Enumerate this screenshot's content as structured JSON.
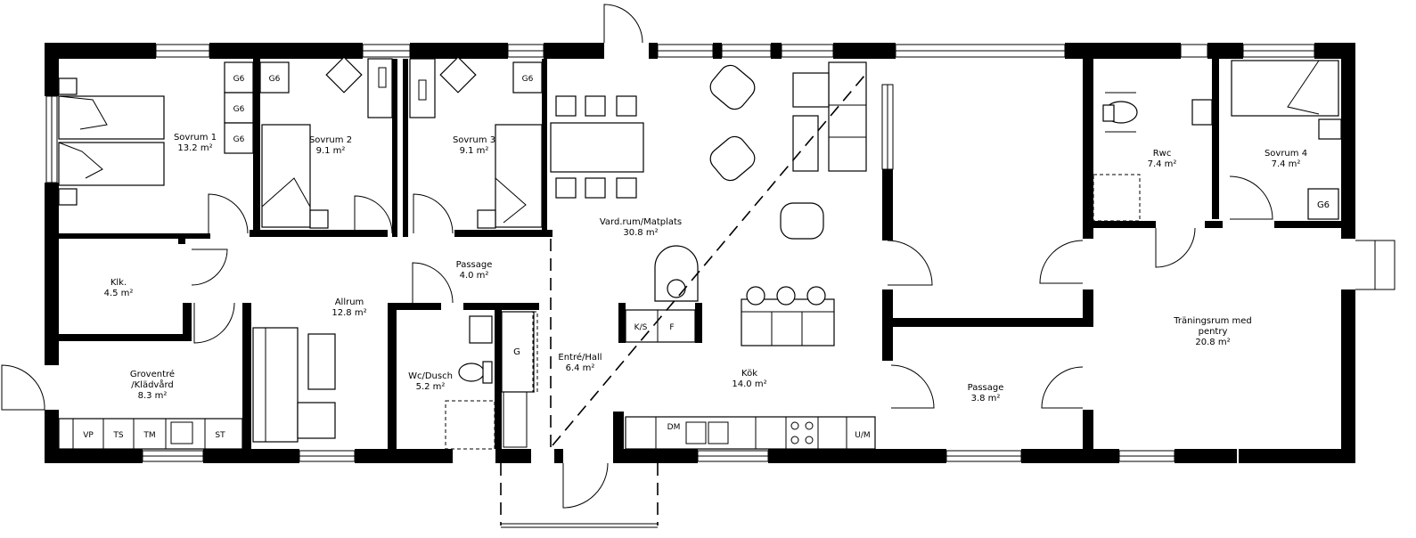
{
  "rooms": [
    {
      "id": "sovrum1",
      "name": "Sovrum 1",
      "area": "13.2 m²"
    },
    {
      "id": "sovrum2",
      "name": "Sovrum 2",
      "area": "9.1 m²"
    },
    {
      "id": "sovrum3",
      "name": "Sovrum 3",
      "area": "9.1 m²"
    },
    {
      "id": "vardrum",
      "name": "Vard.rum/Matplats",
      "area": "30.8 m²"
    },
    {
      "id": "rwc",
      "name": "Rwc",
      "area": "7.4 m²"
    },
    {
      "id": "sovrum4",
      "name": "Sovrum 4",
      "area": "7.4 m²"
    },
    {
      "id": "klk",
      "name": "Klk.",
      "area": "4.5 m²"
    },
    {
      "id": "passage1",
      "name": "Passage",
      "area": "4.0 m²"
    },
    {
      "id": "allrum",
      "name": "Allrum",
      "area": "12.8 m²"
    },
    {
      "id": "groventre",
      "name": "Groventré",
      "name2": "/Klädvård",
      "area": "8.3 m²"
    },
    {
      "id": "wcdusch",
      "name": "Wc/Dusch",
      "area": "5.2 m²"
    },
    {
      "id": "entre",
      "name": "Entré/Hall",
      "area": "6.4 m²"
    },
    {
      "id": "kok",
      "name": "Kök",
      "area": "14.0 m²"
    },
    {
      "id": "passage2",
      "name": "Passage",
      "area": "3.8 m²"
    },
    {
      "id": "traning",
      "name": "Träningsrum med",
      "name2": "pentry",
      "area": "20.8 m²"
    }
  ],
  "fixtures": {
    "g6": "G6",
    "g": "G",
    "ks": "K/S",
    "f": "F",
    "dm": "DM",
    "um": "U/M",
    "vp": "VP",
    "ts": "TS",
    "tm": "TM",
    "st": "ST"
  }
}
